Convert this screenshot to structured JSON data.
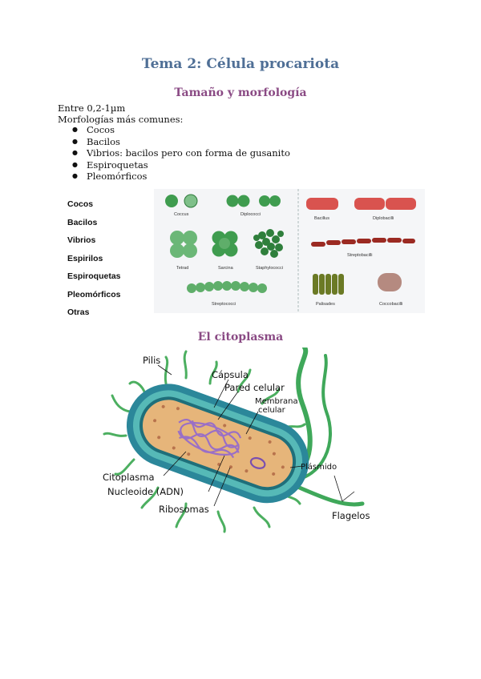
{
  "document": {
    "title": "Tema 2: Célula procariota",
    "section1": {
      "heading": "Tamaño y morfología",
      "line1": "Entre 0,2-1µm",
      "line2": "Morfologías más comunes:",
      "bullets": [
        "Cocos",
        "Bacilos",
        "Vibrios: bacilos pero con forma de gusanito",
        "Espiroquetas",
        "Pleomórficos"
      ]
    },
    "morphology_figure": {
      "left_labels": [
        "Cocos",
        "Bacilos",
        "Vibrios",
        "Espirilos",
        "Espiroquetas",
        "Pleomórficos",
        "Otras"
      ],
      "cocci_captions": [
        "Coccus",
        "Diplococci",
        "Tetrad",
        "Sarcina",
        "Staphylococci",
        "Streptococci"
      ],
      "bacilli_captions": [
        "Bacillus",
        "Diplobacilli",
        "Streptobacilli",
        "Palisades",
        "Coccobacilli"
      ],
      "colors": {
        "cocci": "#3f9c4f",
        "bacilli": "#d9534f",
        "streptobacilli": "#9b2a22",
        "palisades": "#6b7a25",
        "coccobacilli": "#b58a80"
      }
    },
    "section2": {
      "heading": "El citoplasma",
      "diagram_labels": {
        "pilis": "Pilis",
        "capsula": "Cápsula",
        "pared": "Pared celular",
        "membrana1": "Membrana",
        "membrana2": "celular",
        "plasmido": "Plásmido",
        "citoplasma": "Citoplasma",
        "nucleoide": "Nucleoide (ADN)",
        "ribosomas": "Ribosomas",
        "flagelos": "Flagelos"
      },
      "colors": {
        "capsule": "#2f8fa0",
        "wall": "#55b9b8",
        "cytoplasm": "#e6b57a",
        "dna": "#a07ac9",
        "flagella": "#3fa85a",
        "pili": "#4caf60"
      }
    }
  }
}
